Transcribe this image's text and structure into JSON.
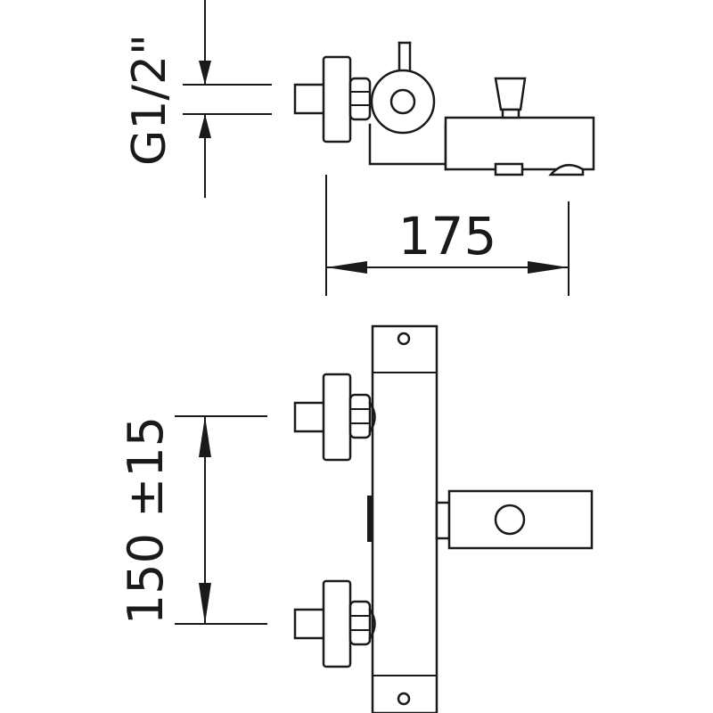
{
  "dimensions": {
    "thread_size": "G1/2\"",
    "width": "175",
    "centers": "150 ±15"
  }
}
